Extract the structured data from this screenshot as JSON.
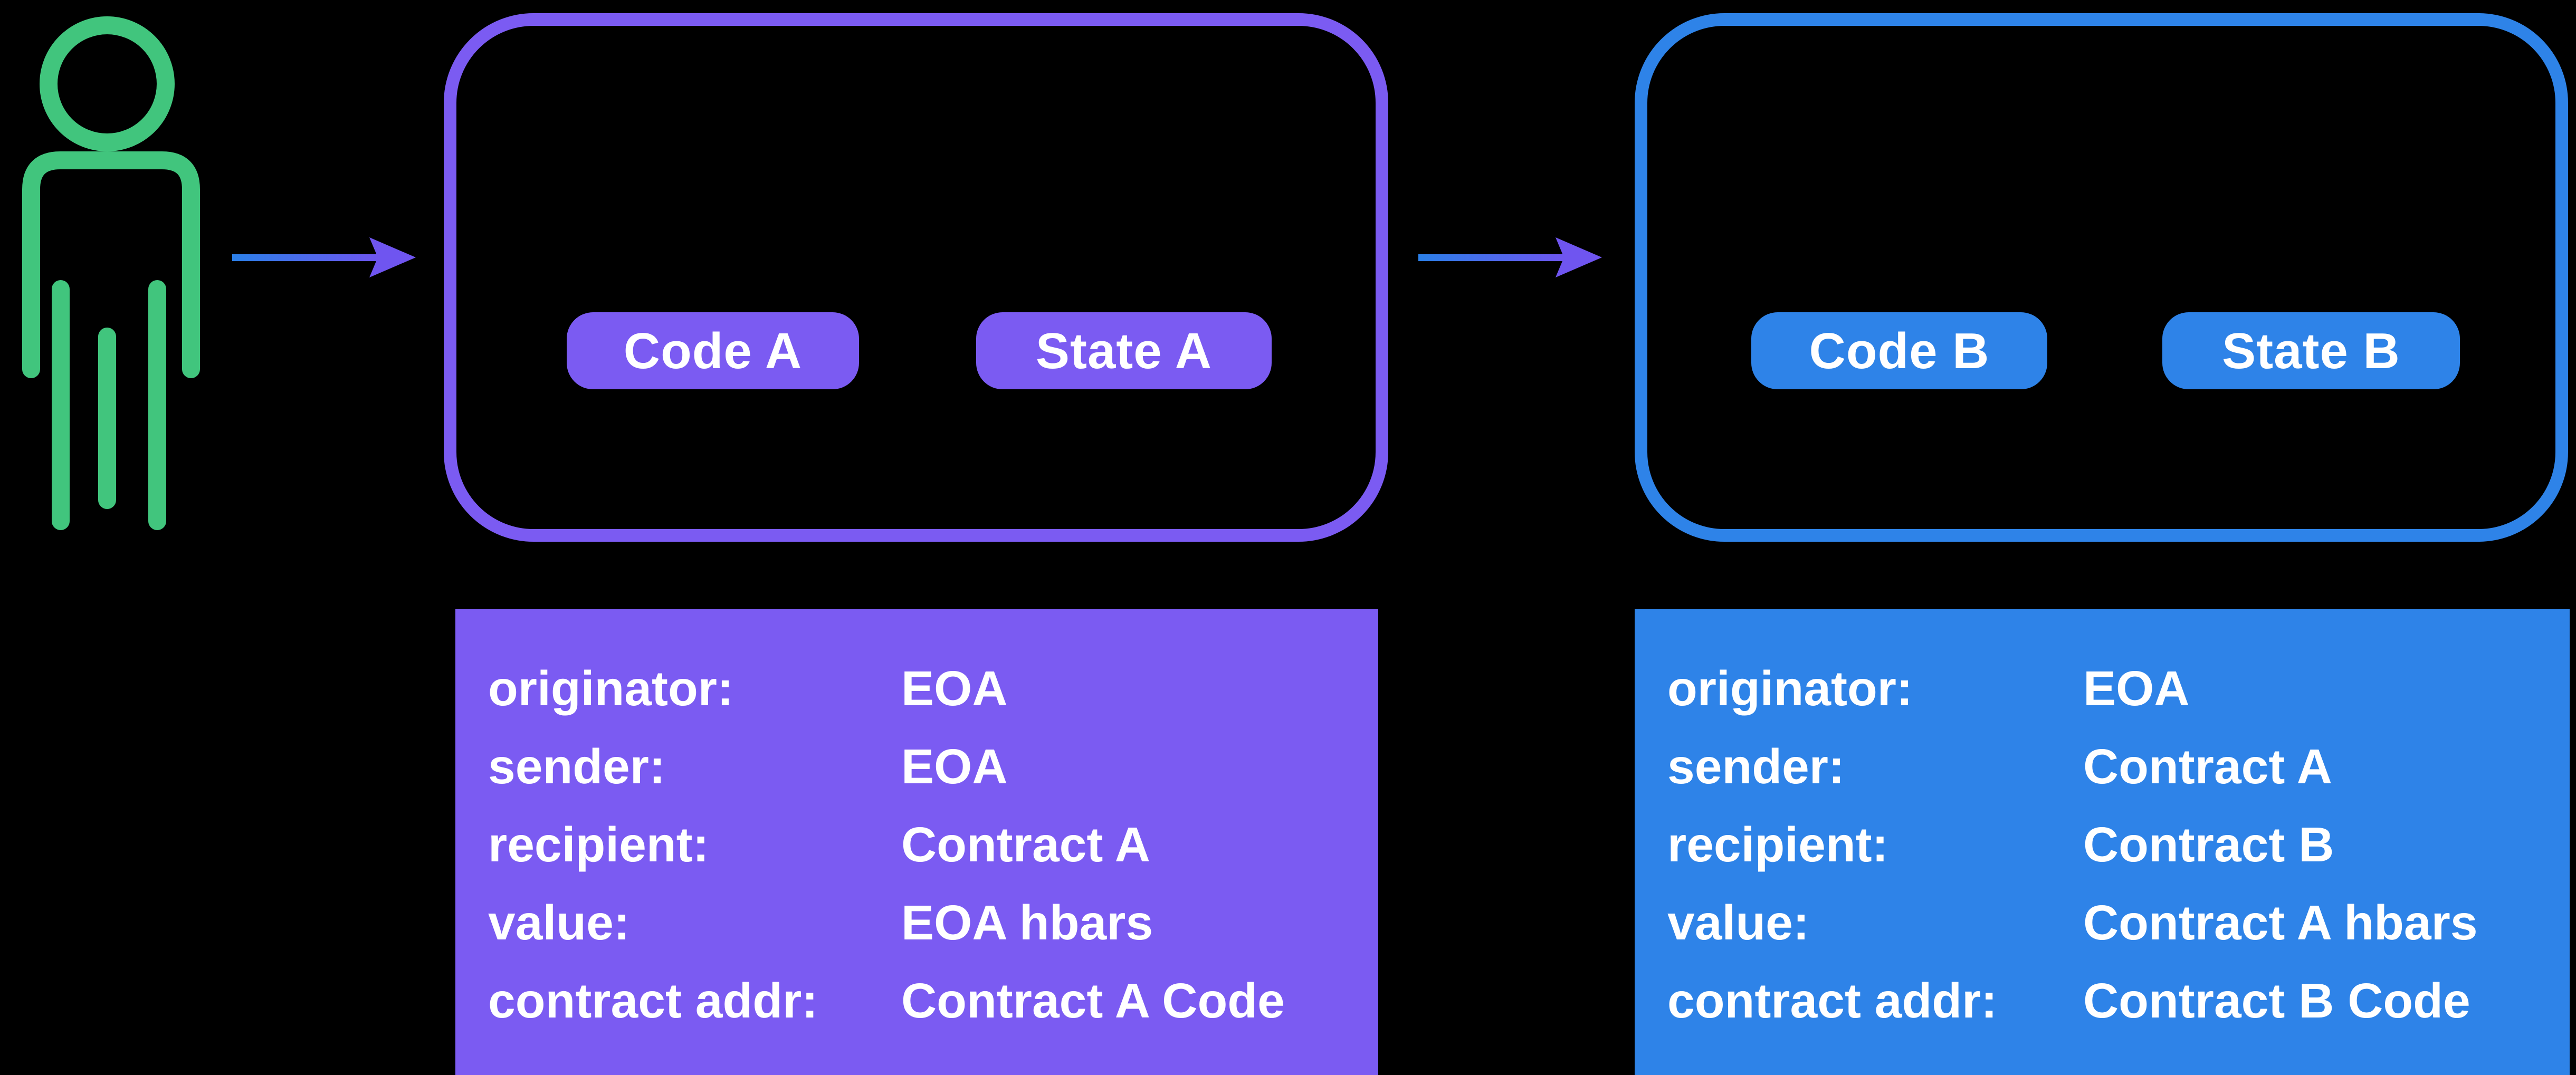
{
  "colors": {
    "background": "#000000",
    "green": "#41C57D",
    "purple": "#7B5BF2",
    "blue": "#2E83E8",
    "arrow_start": "#2B80E8",
    "arrow_end": "#6F55F0",
    "text": "#FFFFFF"
  },
  "person": {
    "icon": "person-icon"
  },
  "contract_a": {
    "pills": {
      "code": "Code A",
      "state": "State A"
    },
    "panel": {
      "rows": [
        {
          "label": "originator:",
          "value": "EOA"
        },
        {
          "label": "sender:",
          "value": "EOA"
        },
        {
          "label": "recipient:",
          "value": "Contract A"
        },
        {
          "label": "value:",
          "value": "EOA hbars"
        },
        {
          "label": "contract addr:",
          "value": "Contract A Code"
        }
      ]
    }
  },
  "contract_b": {
    "pills": {
      "code": "Code B",
      "state": "State B"
    },
    "panel": {
      "rows": [
        {
          "label": "originator:",
          "value": "EOA"
        },
        {
          "label": "sender:",
          "value": "Contract A"
        },
        {
          "label": "recipient:",
          "value": "Contract B"
        },
        {
          "label": "value:",
          "value": "Contract A hbars"
        },
        {
          "label": "contract addr:",
          "value": "Contract B Code"
        }
      ]
    }
  }
}
